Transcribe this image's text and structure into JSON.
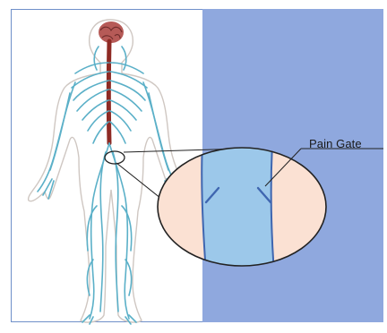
{
  "callout": {
    "label": "Pain Gate",
    "target": "nerve-gate-closeup"
  },
  "colors": {
    "panel_blue": "#8fa8de",
    "nerve_blue": "#5bb0c8",
    "nerve_dark": "#2f7f9c",
    "spinal_cord": "#8e2a24",
    "skin": "#fbe1d3",
    "vessel_fill": "#9cc8ea",
    "vessel_wall": "#3f66b0",
    "outline": "#222222"
  },
  "icons": {
    "body": "human-nervous-system",
    "brain": "brain-icon",
    "closeup": "magnifier-circle"
  }
}
